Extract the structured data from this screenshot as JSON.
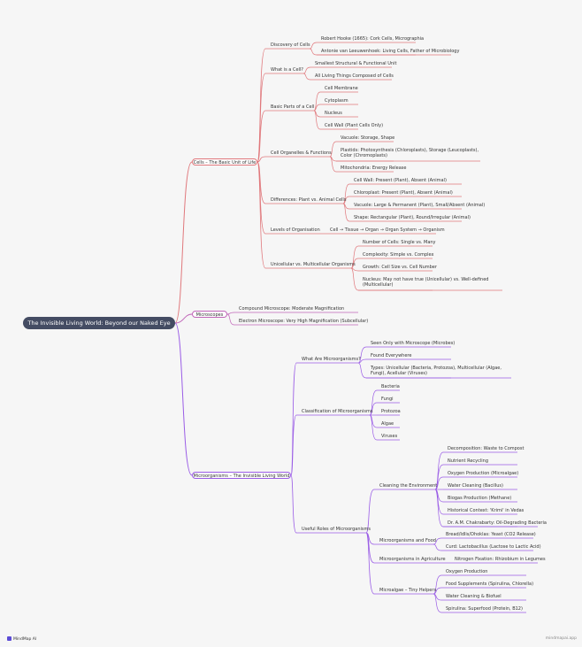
{
  "root": "The Invisible Living World: Beyond our Naked Eye",
  "branches": {
    "cells": "Cells – The Basic Unit of Life",
    "microscopes": "Microscopes",
    "micro": "Microorganisms – The Invisible Living World"
  },
  "cells": {
    "discovery": {
      "label": "Discovery of Cells",
      "items": [
        "Robert Hooke (1665): Cork Cells, Micrographia",
        "Antonie van Leeuwenhoek: Living Cells, Father of Microbiology"
      ]
    },
    "what": {
      "label": "What is a Cell?",
      "items": [
        "Smallest Structural & Functional Unit",
        "All Living Things Composed of Cells"
      ]
    },
    "parts": {
      "label": "Basic Parts of a Cell",
      "items": [
        "Cell Membrane",
        "Cytoplasm",
        "Nucleus",
        "Cell Wall (Plant Cells Only)"
      ]
    },
    "organelles": {
      "label": "Cell Organelles & Functions",
      "items": [
        "Vacuole: Storage, Shape",
        "Plastids: Photosynthesis (Chloroplasts), Storage (Leucoplasts), Color (Chromoplasts)",
        "Mitochondria: Energy Release"
      ]
    },
    "differences": {
      "label": "Differences: Plant vs. Animal Cells",
      "items": [
        "Cell Wall: Present (Plant), Absent (Animal)",
        "Chloroplast: Present (Plant), Absent (Animal)",
        "Vacuole: Large & Permanent (Plant), Small/Absent (Animal)",
        "Shape: Rectangular (Plant), Round/Irregular (Animal)"
      ]
    },
    "levels": {
      "label": "Levels of Organisation",
      "items": [
        "Cell → Tissue → Organ → Organ System → Organism"
      ]
    },
    "unicell": {
      "label": "Unicellular vs. Multicellular Organisms",
      "items": [
        "Number of Cells: Single vs. Many",
        "Complexity: Simple vs. Complex",
        "Growth: Cell Size vs. Cell Number",
        "Nucleus: May not have true (Unicellular) vs. Well-defined (Multicellular)"
      ]
    }
  },
  "microscopes": {
    "items": [
      "Compound Microscope: Moderate Magnification",
      "Electron Microscope: Very High Magnification (Subcellular)"
    ]
  },
  "micro": {
    "what": {
      "label": "What Are Microorganisms?",
      "items": [
        "Seen Only with Microscope (Microbes)",
        "Found Everywhere",
        "Types: Unicellular (Bacteria, Protozoa), Multicellular (Algae, Fungi), Acellular (Viruses)"
      ]
    },
    "classification": {
      "label": "Classification of Microorganisms",
      "items": [
        "Bacteria",
        "Fungi",
        "Protozoa",
        "Algae",
        "Viruses"
      ]
    },
    "roles": {
      "label": "Useful Roles of Microorganisms",
      "cleaning": {
        "label": "Cleaning the Environment",
        "items": [
          "Decomposition: Waste to Compost",
          "Nutrient Recycling",
          "Oxygen Production (Microalgae)",
          "Water Cleaning (Bacillus)",
          "Biogas Production (Methane)",
          "Historical Context: 'Krimi' in Vedas",
          "Dr. A.M. Chakrabarty: Oil-Degrading Bacteria"
        ]
      },
      "food": {
        "label": "Microorganisms and Food",
        "items": [
          "Bread/Idlis/Dhoklas: Yeast (CO2 Release)",
          "Curd: Lactobacillus (Lactose to Lactic Acid)"
        ]
      },
      "agri": {
        "label": "Microorganisms in Agriculture",
        "items": [
          "Nitrogen Fixation: Rhizobium in Legumes"
        ]
      },
      "algae": {
        "label": "Microalgae – Tiny Helpers",
        "items": [
          "Oxygen Production",
          "Food Supplements (Spirulina, Chlorella)",
          "Water Cleaning & Biofuel",
          "Spirulina: Superfood (Protein, B12)"
        ]
      }
    }
  },
  "footer": {
    "brand": "MindMap AI",
    "watermark": "mindmapai.app"
  },
  "colors": {
    "red": "#e0787c",
    "purple": "#9a5ce6",
    "root": "#444c63"
  }
}
